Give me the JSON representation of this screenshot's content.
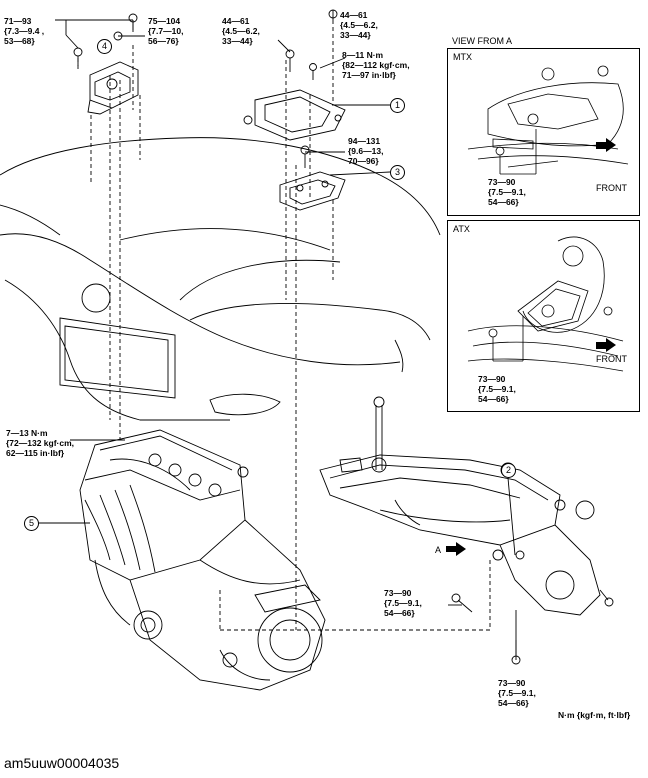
{
  "torque_labels": {
    "upper_left": "71—93\n{7.3—9.4 ,\n53—68}",
    "engine_mount_top": "75—104\n{7.7—10,\n56—76}",
    "top_center_left": "44—61\n{4.5—6.2,\n33—44}",
    "top_center_right": "44—61\n{4.5—6.2,\n33—44}",
    "mount_bolt": "8—11 N·m\n{82—112 kgf·cm,\n71—97 in·lbf}",
    "mount_3": "94—131\n{9.6—13,\n70—96}",
    "left_engine": "7—13 N·m\n{72—132 kgf·cm,\n62—115 in·lbf}",
    "crossmember_bolt": "73—90\n{7.5—9.1,\n54—66}",
    "bottom_bolt": "73—90\n{7.5—9.1,\n54—66}",
    "mtx_bolt": "73—90\n{7.5—9.1,\n54—66}",
    "atx_bolt": "73—90\n{7.5—9.1,\n54—66}"
  },
  "callouts": [
    "1",
    "2",
    "3",
    "4",
    "5"
  ],
  "view_from": "VIEW FROM A",
  "panels": {
    "mtx": "MTX",
    "atx": "ATX",
    "front": "FRONT"
  },
  "arrow_label": "A",
  "units": "N·m {kgf·m, ft·lbf}",
  "footer_code": "am5uuw00004035"
}
